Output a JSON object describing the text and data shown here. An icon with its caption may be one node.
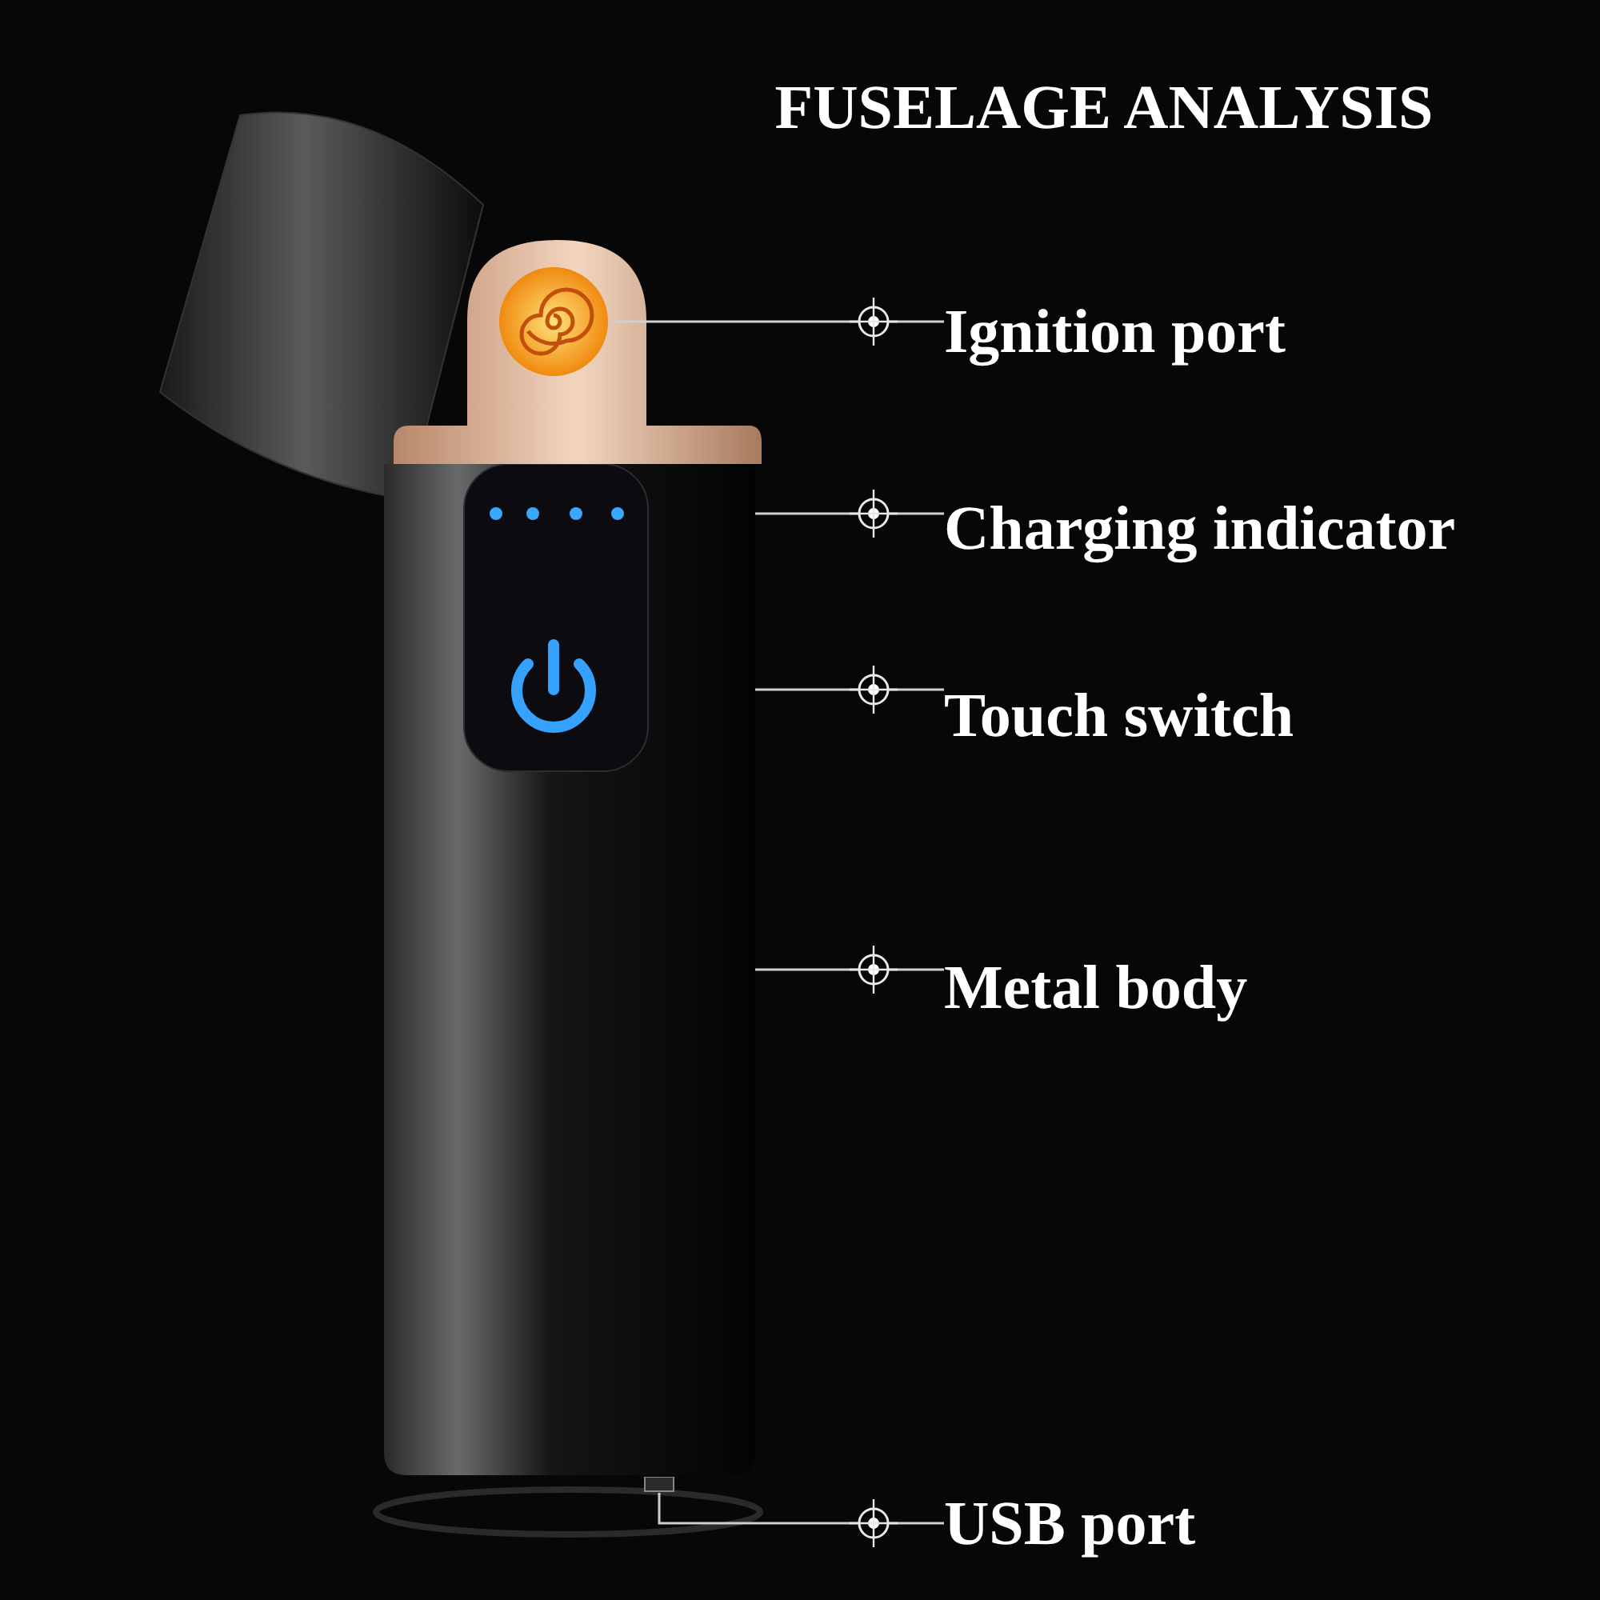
{
  "diagram": {
    "title": "FUSELAGE ANALYSIS",
    "nodes": [
      {
        "text": [
          "Ignition port"
        ]
      },
      {
        "text": [
          "Charging indicator"
        ]
      },
      {
        "text": [
          "Touch switch"
        ]
      },
      {
        "text": [
          "Metal body"
        ]
      },
      {
        "text": [
          "USB port"
        ]
      },
      {
        "text": [],
        "shape": "picture"
      },
      {
        "text": [],
        "shape": "picture"
      },
      {
        "text": [],
        "shape": "picture",
        "in": 6
      },
      {
        "text": [],
        "shape": "picture",
        "in": 6
      },
      {
        "text": [],
        "shape": "box"
      }
    ],
    "edges": [
      {
        "from": 0,
        "to": 5,
        "arrow": "none"
      },
      {
        "from": 1,
        "to": 7,
        "arrow": "none"
      },
      {
        "from": 2,
        "to": 8,
        "arrow": "none"
      },
      {
        "from": 3,
        "to": 6,
        "arrow": "none"
      },
      {
        "from": 4,
        "to": 9,
        "arrow": "none"
      }
    ]
  }
}
